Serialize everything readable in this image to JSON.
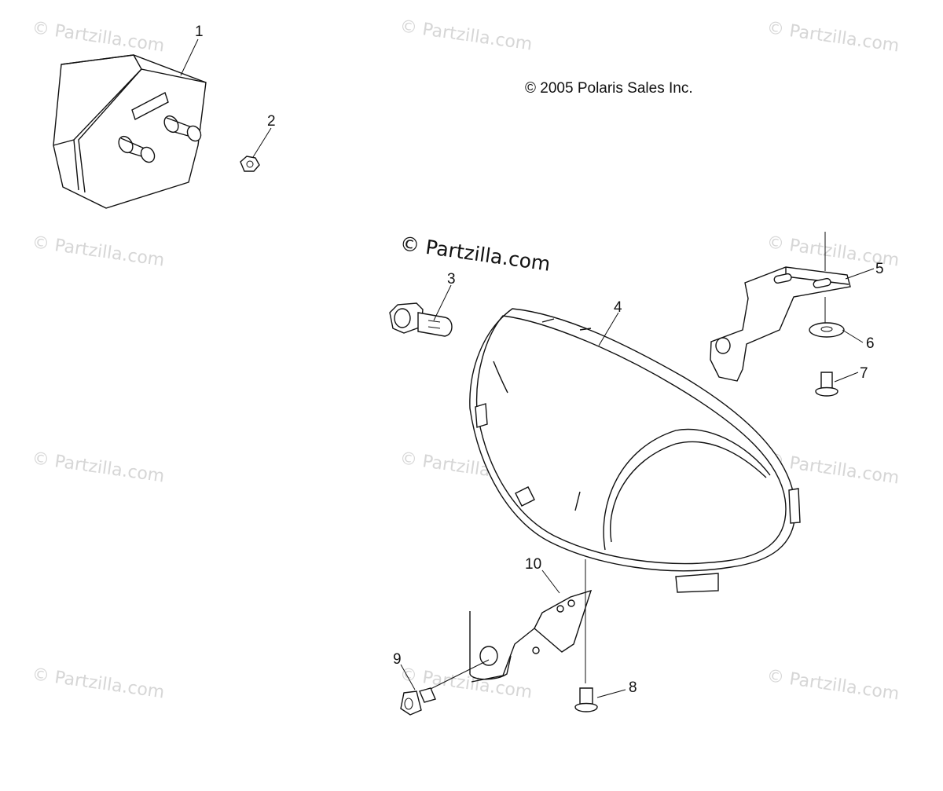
{
  "copyright": "© 2005 Polaris Sales Inc.",
  "watermark": "© Partzilla.com",
  "colors": {
    "line": "#111111",
    "watermark": "#d6d6d6",
    "background": "#ffffff"
  },
  "parts": [
    {
      "number": "1"
    },
    {
      "number": "2"
    },
    {
      "number": "3"
    },
    {
      "number": "4"
    },
    {
      "number": "5"
    },
    {
      "number": "6"
    },
    {
      "number": "7"
    },
    {
      "number": "8"
    },
    {
      "number": "9"
    },
    {
      "number": "10"
    }
  ]
}
